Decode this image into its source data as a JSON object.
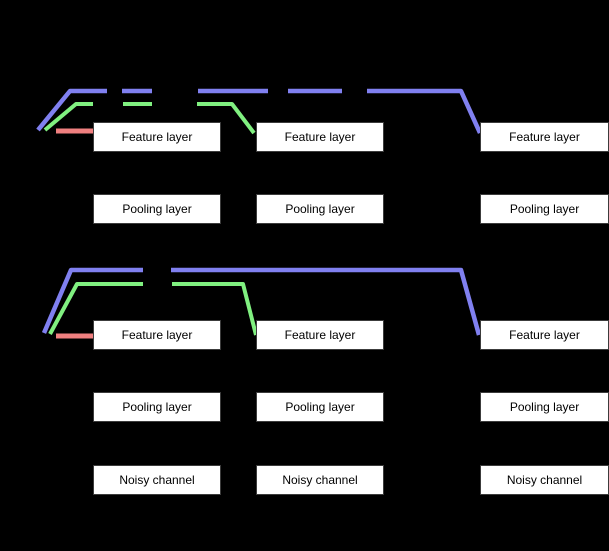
{
  "palette": {
    "background": "#000000",
    "box_fill": "#ffffff",
    "box_text": "#000000",
    "blue_line": "#8080f0",
    "green_line": "#80f080",
    "red_line": "#f08080"
  },
  "labels": {
    "feature": "Feature layer",
    "pooling": "Pooling layer",
    "noisy": "Noisy channel"
  },
  "diagrams": [
    {
      "columns": 3,
      "row_labels": [
        "Feature layer",
        "Pooling layer"
      ],
      "line_colors": [
        "#8080f0",
        "#80f080",
        "#f08080"
      ],
      "line_styles": [
        "dashed",
        "dashed",
        "solid"
      ]
    },
    {
      "columns": 3,
      "row_labels": [
        "Feature layer",
        "Pooling layer",
        "Noisy channel"
      ],
      "line_colors": [
        "#8080f0",
        "#80f080",
        "#f08080"
      ],
      "line_styles": [
        "dashed",
        "dashed",
        "solid"
      ]
    }
  ]
}
